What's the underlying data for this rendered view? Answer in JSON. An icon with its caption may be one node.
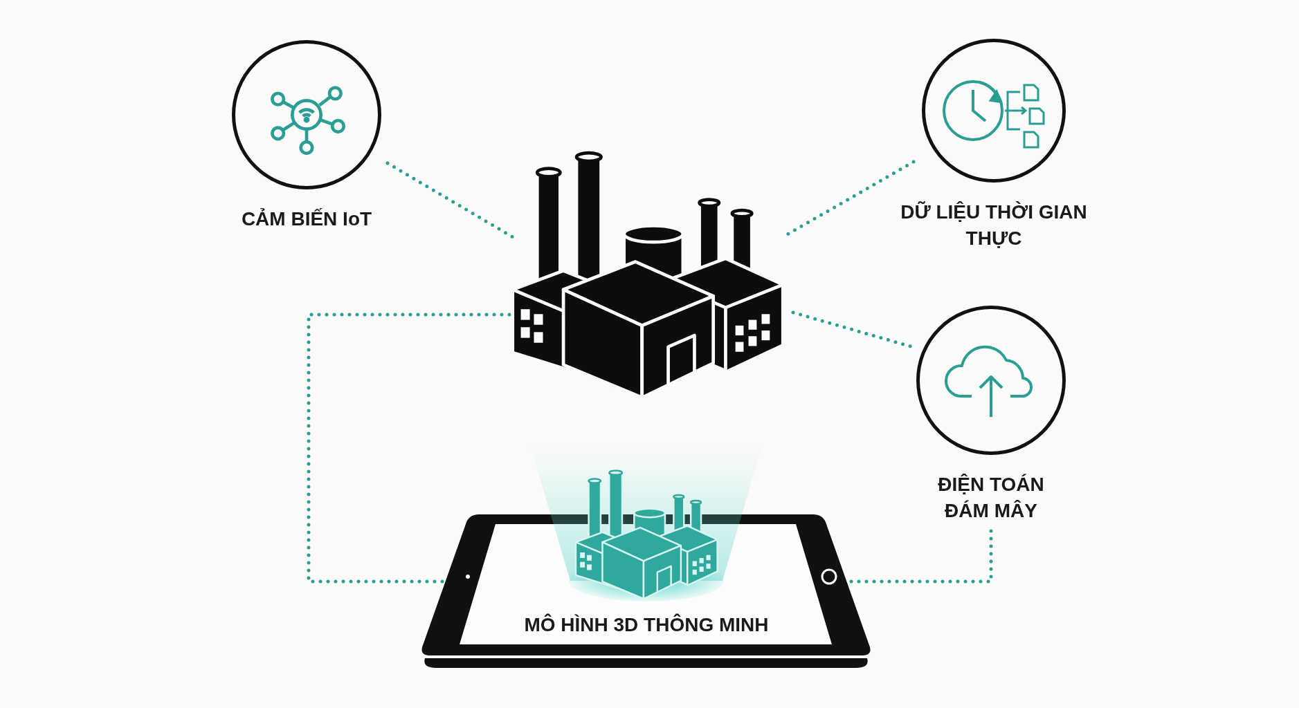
{
  "diagram": {
    "nodes": [
      {
        "text": [
          "CẢM BIẾN IoT"
        ]
      },
      {
        "text": [],
        "shape": "picture"
      },
      {
        "text": [
          "DỮ LIỆU THỜI GIAN THỰC"
        ]
      },
      {
        "text": [
          "ĐIỆN TOÁN ĐÁM MÂY"
        ]
      },
      {
        "text": [
          "MÔ HÌNH 3D THÔNG MINH"
        ]
      }
    ],
    "edges": [
      {
        "from": 0,
        "to": 1,
        "arrow": "none"
      },
      {
        "from": 2,
        "to": 1,
        "arrow": "none"
      },
      {
        "from": 1,
        "to": 3,
        "arrow": "none"
      },
      {
        "from": 1,
        "to": 4,
        "arrow": "none"
      },
      {
        "from": 3,
        "to": 4,
        "arrow": "none"
      }
    ]
  }
}
